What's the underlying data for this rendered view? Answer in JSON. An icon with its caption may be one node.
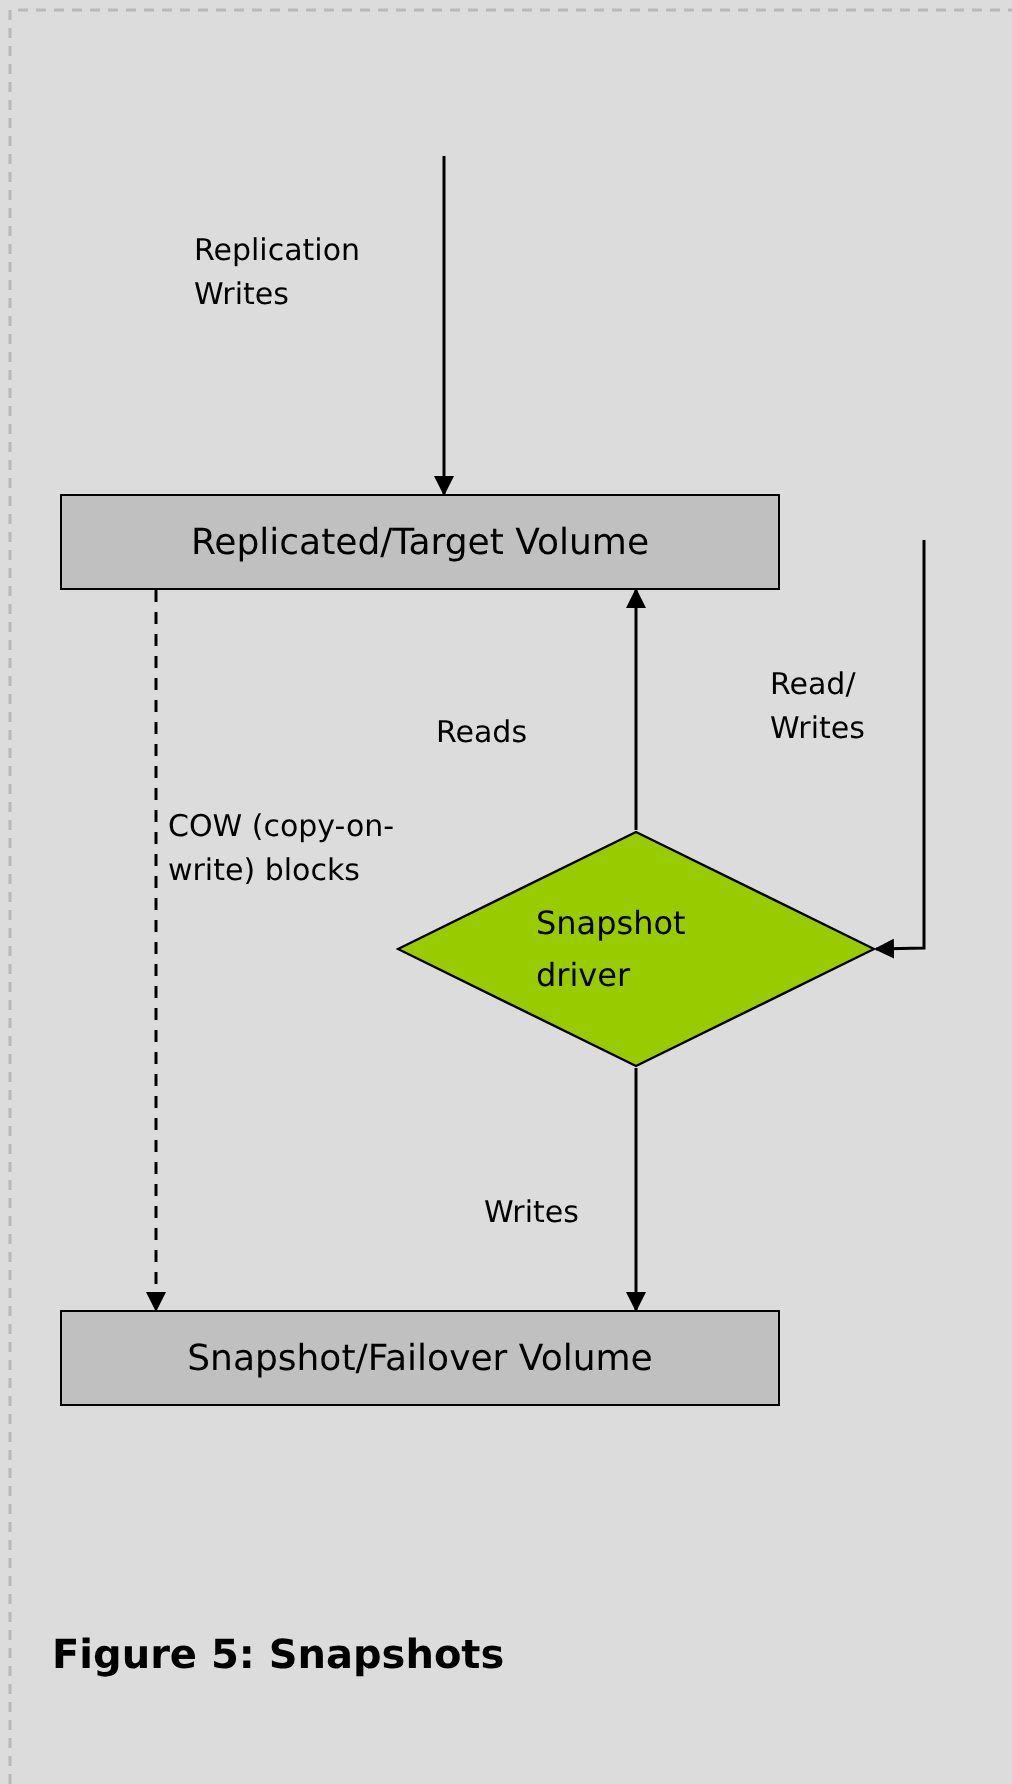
{
  "diagram": {
    "caption": "Figure 5: Snapshots",
    "nodes": [
      {
        "text": [
          "Replicated/Target Volume"
        ]
      },
      {
        "text": [
          "Snapshot driver"
        ]
      },
      {
        "text": [
          "Snapshot/Failover Volume"
        ]
      }
    ],
    "edges": [
      {
        "from": null,
        "to": 0,
        "arrow": "to",
        "label": "Replication Writes"
      },
      {
        "from": 1,
        "to": 0,
        "arrow": "to",
        "label": "Reads"
      },
      {
        "from": null,
        "to": 1,
        "arrow": "to",
        "label": "Read/ Writes"
      },
      {
        "from": 1,
        "to": 2,
        "arrow": "to",
        "label": "Writes"
      },
      {
        "from": 0,
        "to": 2,
        "arrow": "to",
        "label": "COW (copy-on-write) blocks",
        "style": "dashed"
      }
    ]
  }
}
